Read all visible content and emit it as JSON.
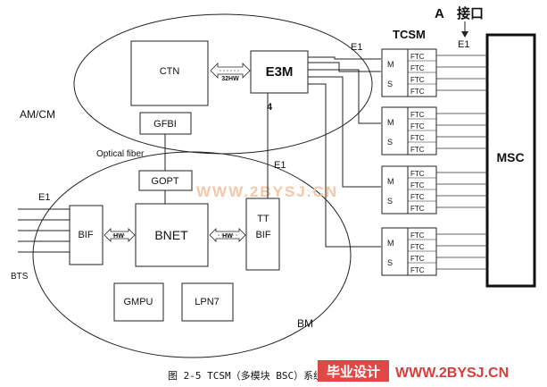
{
  "interface": {
    "letter": "A",
    "label": "接口"
  },
  "labels": {
    "e1_left": "E1",
    "e1_top_mid": "E1",
    "e1_interface": "E1",
    "e1_bm": "E1",
    "am_cm": "AM/CM",
    "bm": "BM",
    "optical_fiber": "Optical fiber",
    "bts": "BTS",
    "tcsm": "TCSM",
    "msc": "MSC",
    "count_4": "4",
    "hw_32": "32HW",
    "hw_left": "HW",
    "hw_right": "HW"
  },
  "blocks": {
    "ctn": "CTN",
    "e3m": "E3M",
    "gfbi": "GFBI",
    "gopt": "GOPT",
    "bif": "BIF",
    "bnet": "BNET",
    "ttbif_top": "TT",
    "ttbif_bottom": "BIF",
    "gmpu": "GMPU",
    "lpn7": "LPN7"
  },
  "tcsm_units": [
    {
      "m": "M",
      "s": "S",
      "ftc": [
        "FTC",
        "FTC",
        "FTC",
        "FTC"
      ]
    },
    {
      "m": "M",
      "s": "S",
      "ftc": [
        "FTC",
        "FTC",
        "FTC",
        "FTC"
      ]
    },
    {
      "m": "M",
      "s": "S",
      "ftc": [
        "FTC",
        "FTC",
        "FTC",
        "FTC"
      ]
    },
    {
      "m": "M",
      "s": "S",
      "ftc": [
        "FTC",
        "FTC",
        "FTC",
        "FTC"
      ]
    }
  ],
  "watermark": "WWW.2BYSJ.CN",
  "caption": "图 2-5 TCSM（多模块 BSC）系统结构",
  "logo": {
    "text": "毕业设计",
    "site": "WWW.2BYSJ.CN"
  }
}
